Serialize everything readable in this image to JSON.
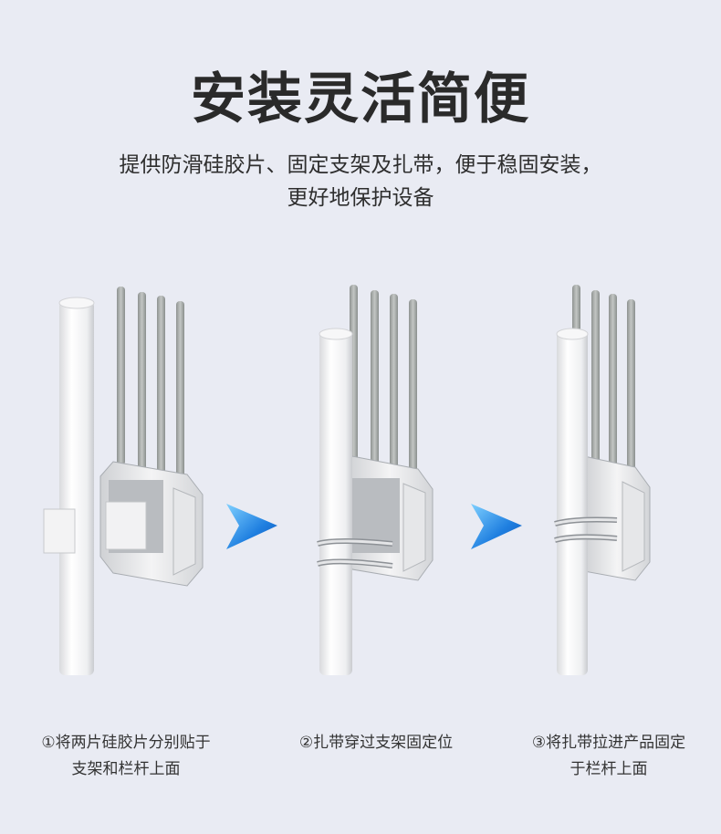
{
  "header": {
    "title": "安装灵活简便",
    "subtitle_line1": "提供防滑硅胶片、固定支架及扎带，便于稳固安装，",
    "subtitle_line2": "更好地保护设备"
  },
  "steps": [
    {
      "line1": "①将两片硅胶片分别贴于",
      "line2": "支架和栏杆上面"
    },
    {
      "line1": "②扎带穿过支架固定位",
      "line2": ""
    },
    {
      "line1": "③将扎带拉进产品固定",
      "line2": "于栏杆上面"
    }
  ],
  "colors": {
    "background": "#e9ebf3",
    "arrow": "#1f7fe0",
    "pole": "#f6f6f6",
    "antenna": "#a7aba9"
  }
}
